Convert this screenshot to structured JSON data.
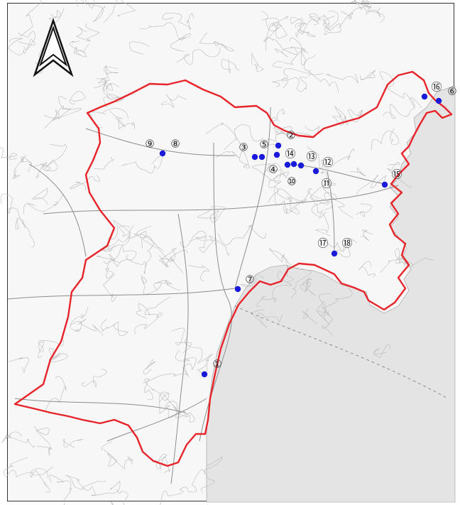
{
  "map": {
    "colors": {
      "boundary": "#e8242b",
      "marker": "#1a1adb",
      "sea": "#e4e4e4",
      "land": "#f7f7f7",
      "terrain": "#b9b9b9",
      "roads": "#8d8d8d"
    },
    "north_arrow": {
      "icon": "north-arrow-icon"
    },
    "sites": [
      {
        "label": "①"
      },
      {
        "label": "②"
      },
      {
        "label": "③"
      },
      {
        "label": "④"
      },
      {
        "label": "⑤"
      },
      {
        "label": "⑥"
      },
      {
        "label": "⑦"
      },
      {
        "label": "⑧"
      },
      {
        "label": "⑨"
      },
      {
        "label": "⑩"
      },
      {
        "label": "⑪"
      },
      {
        "label": "⑫"
      },
      {
        "label": "⑬"
      },
      {
        "label": "⑭"
      },
      {
        "label": "⑮"
      },
      {
        "label": "⑯"
      },
      {
        "label": "⑰"
      },
      {
        "label": "⑱"
      }
    ]
  }
}
